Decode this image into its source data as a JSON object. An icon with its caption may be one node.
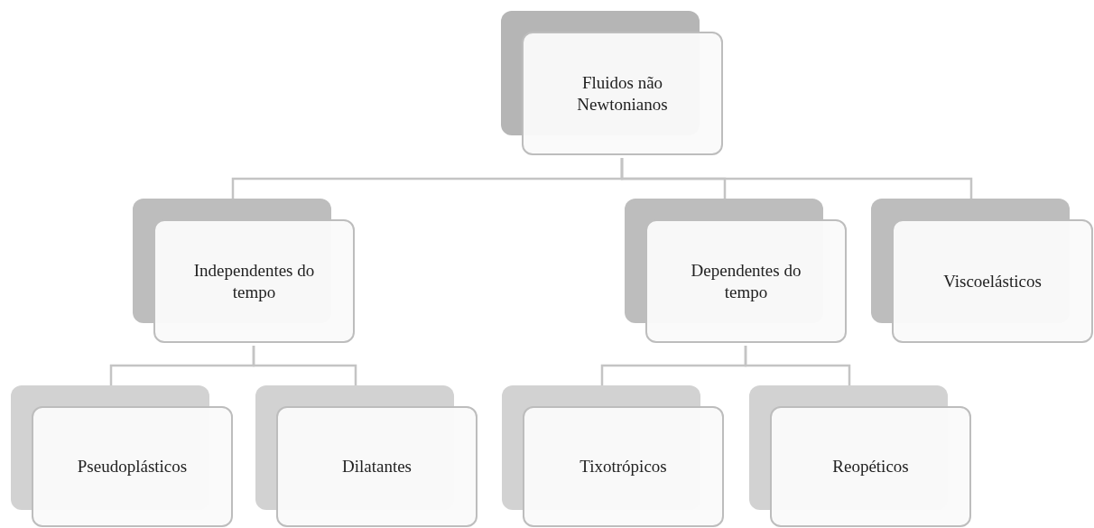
{
  "diagram": {
    "nodes": [
      {
        "text": [
          "Fluidos não Newtonianos"
        ]
      },
      {
        "text": [
          "Independentes do tempo"
        ]
      },
      {
        "text": [
          "Dependentes do tempo"
        ]
      },
      {
        "text": [
          "Viscoelásticos"
        ]
      },
      {
        "text": [
          "Pseudoplásticos"
        ]
      },
      {
        "text": [
          "Dilatantes"
        ]
      },
      {
        "text": [
          "Tixotrópicos"
        ]
      },
      {
        "text": [
          "Reopéticos"
        ]
      }
    ],
    "edges": [
      {
        "from": 0,
        "to": 1,
        "arrow": "none"
      },
      {
        "from": 0,
        "to": 2,
        "arrow": "none"
      },
      {
        "from": 0,
        "to": 3,
        "arrow": "none"
      },
      {
        "from": 1,
        "to": 4,
        "arrow": "none"
      },
      {
        "from": 1,
        "to": 5,
        "arrow": "none"
      },
      {
        "from": 2,
        "to": 6,
        "arrow": "none"
      },
      {
        "from": 2,
        "to": 7,
        "arrow": "none"
      }
    ]
  }
}
